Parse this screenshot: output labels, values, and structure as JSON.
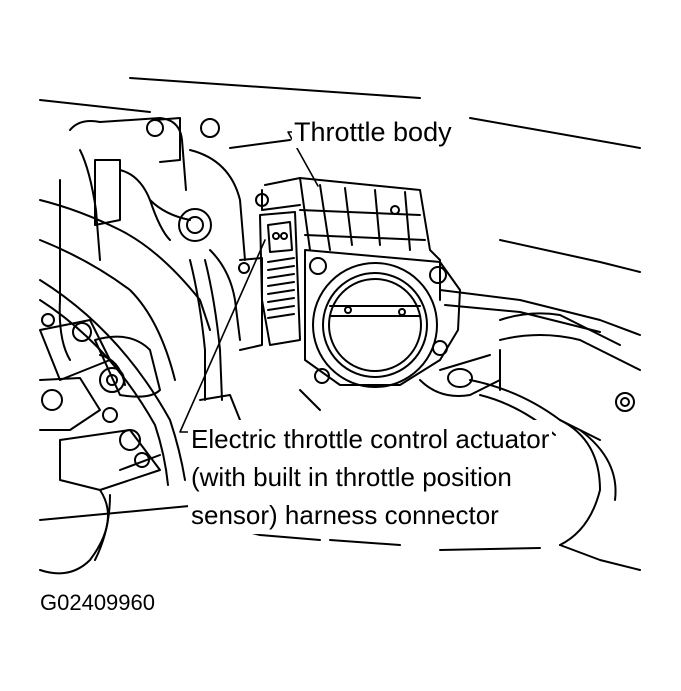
{
  "diagram": {
    "callouts": {
      "throttle_body": "Throttle body",
      "actuator_line1": "Electric throttle control actuator",
      "actuator_line2": "(with built in throttle position",
      "actuator_line3": "sensor) harness connector"
    },
    "figure_id": "G02409960"
  }
}
